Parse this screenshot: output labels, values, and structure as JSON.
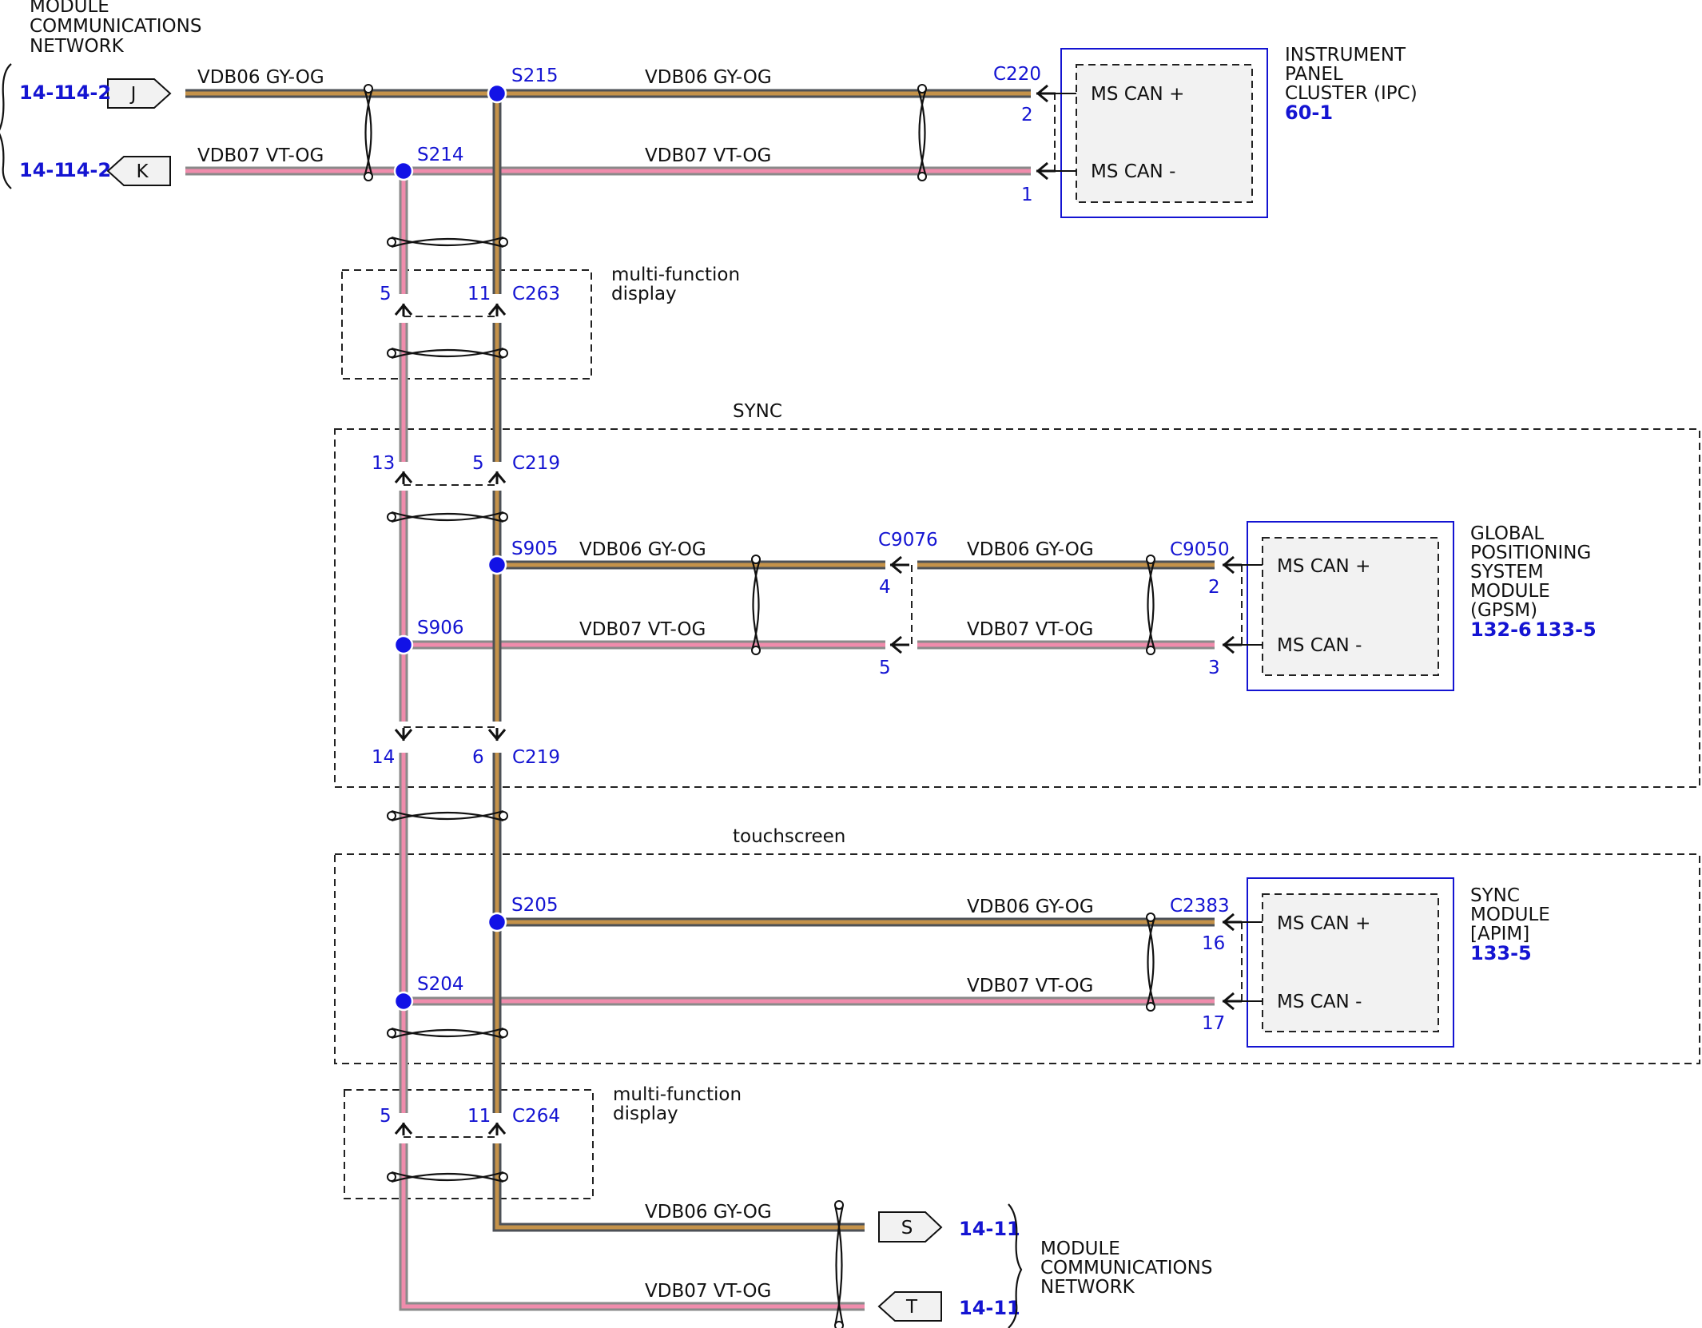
{
  "colors": {
    "gy_og_core": "#c4924a",
    "gy_og_edge": "#4d5157",
    "vt_og_core": "#f08cac",
    "vt_og_edge": "#8a8a8a",
    "connector_blue": "#1414d2",
    "splice_blue": "#1212e6",
    "module_fill": "#f2f2f2"
  },
  "network_top": {
    "lines": [
      "MODULE",
      "COMMUNICATIONS",
      "NETWORK"
    ]
  },
  "network_bottom": {
    "lines": [
      "MODULE",
      "COMMUNICATIONS",
      "NETWORK"
    ]
  },
  "offpage": {
    "J": {
      "letter": "J",
      "ref1": "14-1",
      "ref2": "14-2"
    },
    "K": {
      "letter": "K",
      "ref1": "14-1",
      "ref2": "14-2"
    },
    "S": {
      "letter": "S",
      "ref": "14-11"
    },
    "T": {
      "letter": "T",
      "ref": "14-11"
    }
  },
  "wire_gy": "VDB06  GY-OG",
  "wire_vt": "VDB07  VT-OG",
  "splices": {
    "s215": "S215",
    "s214": "S214",
    "s905": "S905",
    "s906": "S906",
    "s205": "S205",
    "s204": "S204"
  },
  "connectors": {
    "c220": "C220",
    "c263": "C263",
    "c219_top": "C219",
    "c219_bot": "C219",
    "c9076": "C9076",
    "c9050": "C9050",
    "c2383": "C2383",
    "c264": "C264"
  },
  "pins": {
    "c220_plus": "2",
    "c220_minus": "1",
    "c263_vt": "5",
    "c263_gy": "11",
    "c219t_vt": "13",
    "c219t_gy": "5",
    "c219b_vt": "14",
    "c219b_gy": "6",
    "c9076_plus": "4",
    "c9076_minus": "5",
    "c9050_plus": "2",
    "c9050_minus": "3",
    "c2383_plus": "16",
    "c2383_minus": "17",
    "c264_vt": "5",
    "c264_gy": "11"
  },
  "modules": {
    "ipc": {
      "lines": [
        "INSTRUMENT",
        "PANEL",
        "CLUSTER (IPC)"
      ],
      "ref": "60-1",
      "pin_plus": "MS CAN +",
      "pin_minus": "MS CAN -"
    },
    "gpsm": {
      "lines": [
        "GLOBAL",
        "POSITIONING",
        "SYSTEM",
        "MODULE",
        "(GPSM)"
      ],
      "ref1": "132-6",
      "ref2": "133-5",
      "pin_plus": "MS CAN +",
      "pin_minus": "MS CAN -"
    },
    "apim": {
      "lines": [
        "SYNC",
        "MODULE",
        "[APIM]"
      ],
      "ref": "133-5",
      "pin_plus": "MS CAN +",
      "pin_minus": "MS CAN -"
    }
  },
  "zones": {
    "mfd_top": [
      "multi-function",
      "display"
    ],
    "sync": "SYNC",
    "touchscreen": "touchscreen",
    "mfd_bottom": [
      "multi-function",
      "display"
    ]
  }
}
